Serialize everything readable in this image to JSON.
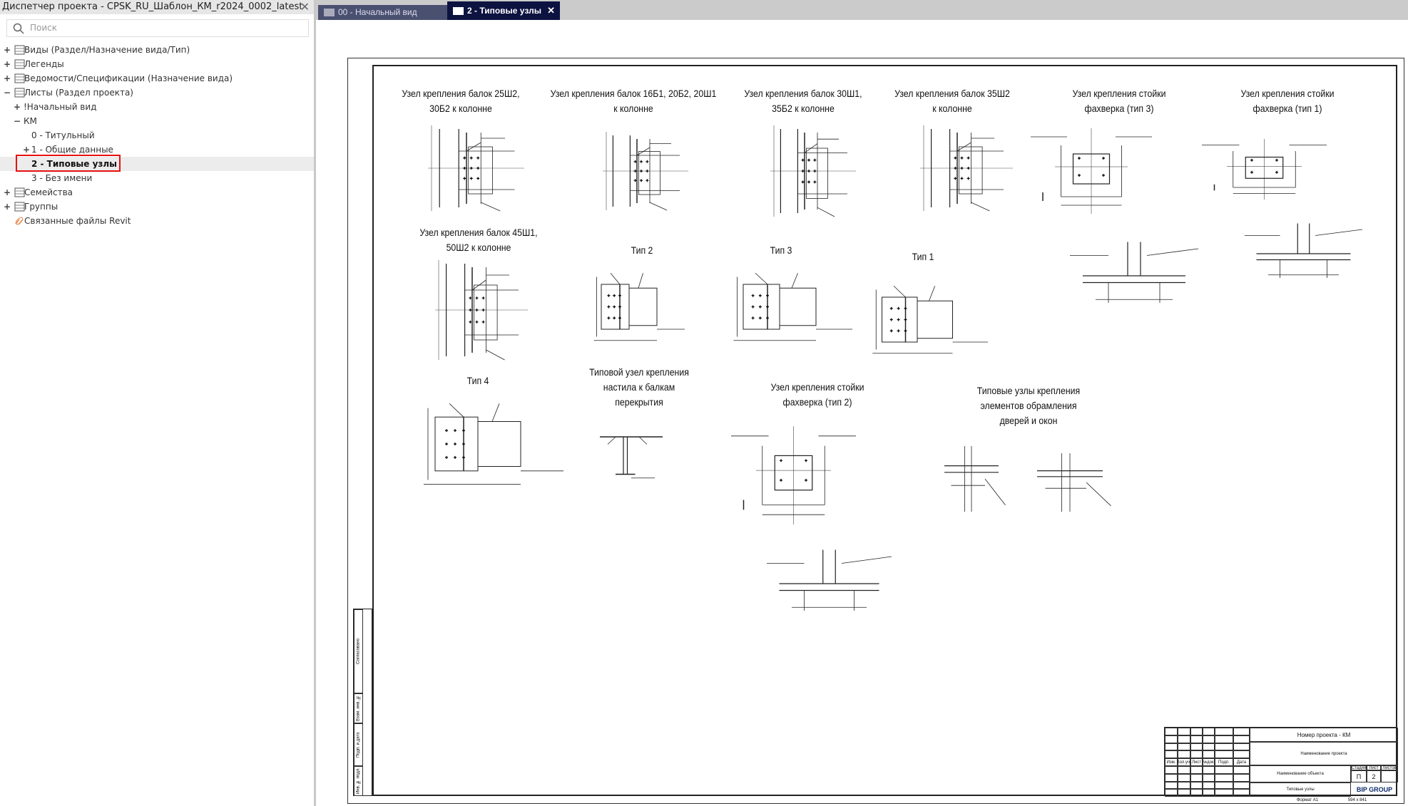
{
  "browser": {
    "title": "Диспетчер проекта - CPSK_RU_Шаблон_КМ_r2024_0002_latest",
    "search_placeholder": "Поиск",
    "items": [
      {
        "label": "Виды (Раздел/Назначение вида/Тип)",
        "toggle": "+",
        "icon": "views-icon"
      },
      {
        "label": "Легенды",
        "toggle": "+",
        "icon": "legends-icon"
      },
      {
        "label": "Ведомости/Спецификации (Назначение вида)",
        "toggle": "+",
        "icon": "schedules-icon"
      },
      {
        "label": "Листы (Раздел проекта)",
        "toggle": "−",
        "icon": "sheets-icon"
      },
      {
        "label": "!Начальный вид",
        "toggle": "+"
      },
      {
        "label": "КМ",
        "toggle": "−"
      },
      {
        "label": "0 - Титульный"
      },
      {
        "label": "1 - Общие данные",
        "toggle": "+"
      },
      {
        "label": "2 - Типовые узлы",
        "selected": true
      },
      {
        "label": "3 - Без имени"
      },
      {
        "label": "Семейства",
        "toggle": "+",
        "icon": "families-icon"
      },
      {
        "label": "Группы",
        "toggle": "+",
        "icon": "groups-icon"
      },
      {
        "label": "Связанные файлы Revit",
        "icon": "link-icon"
      }
    ]
  },
  "tabs": [
    {
      "label": "00 - Начальный вид",
      "active": false
    },
    {
      "label": "2 - Типовые узлы",
      "active": true
    }
  ],
  "drawing_titles": [
    "Узел крепления балок 25Ш2,\n30Б2 к колонне",
    "Узел крепления балок 16Б1, 20Б2, 20Ш1\nк колонне",
    "Узел крепления балок 30Ш1,\n35Б2 к колонне",
    "Узел крепления балок 35Ш2\nк колонне",
    "Узел крепления стойки\nфахверка (тип 3)",
    "Узел крепления стойки\nфахверка (тип 1)",
    "Узел крепления балок 45Ш1,\n50Ш2 к колонне",
    "Тип 2",
    "Тип 3",
    "Тип 1",
    "Тип 4",
    "Типовой узел крепления\nнастила к балкам\nперекрытия",
    "Узел крепления стойки\nфахверка (тип 2)",
    "Типовые узлы крепления\nэлементов обрамления\nдверей и окон"
  ],
  "title_block": {
    "project_number": "Номер проекта - КМ",
    "project_name": "Наименование проекта",
    "object_name": "Наименование объекта",
    "sheet_name": "Типовые узлы",
    "cols": [
      "Изм.",
      "Кол.уч.",
      "Лист",
      "№док.",
      "Подп.",
      "Дата"
    ],
    "stage_label": "Стадия",
    "sheet_label": "Лист",
    "sheets_label": "Листов",
    "stage": "П",
    "sheet": "2",
    "format": "Формат А1",
    "size": "594 x 841",
    "logo": "BIP GROUP"
  },
  "side_strip": [
    "Согласовано",
    "Взам. инв. №",
    "Подп. и дата",
    "Инв. № подл."
  ],
  "colors": {
    "tab_active": "#0d1340",
    "selection": "#e81010"
  }
}
